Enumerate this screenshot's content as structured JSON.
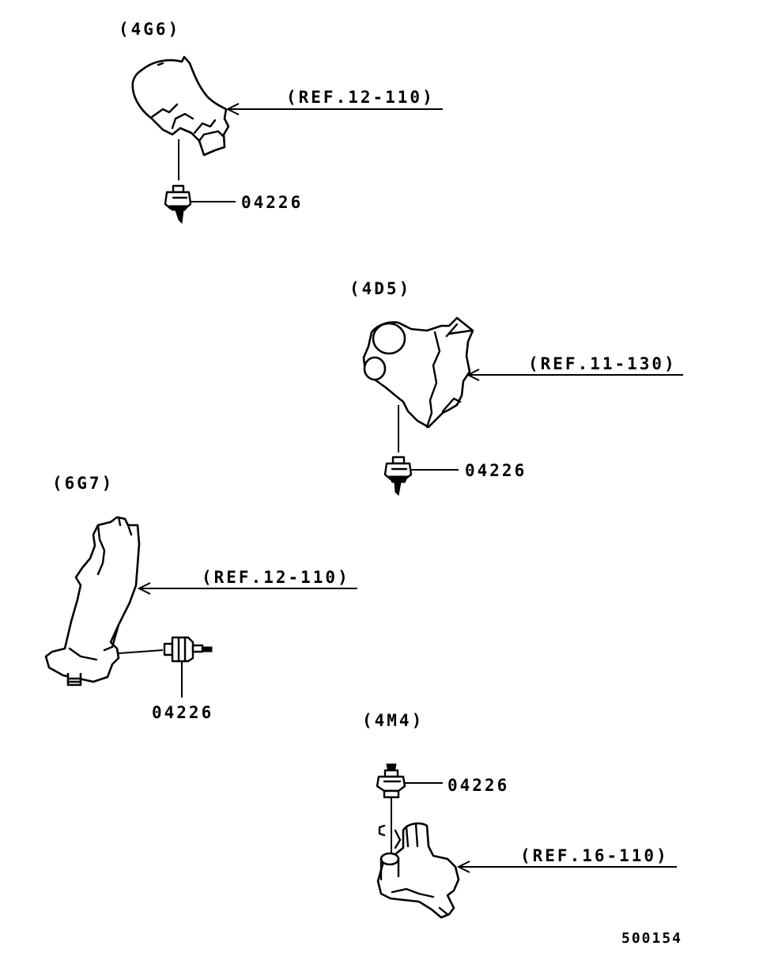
{
  "groups": [
    {
      "id": "4g6",
      "engine_label": "(4G6)",
      "reference": "(REF.12-110)",
      "part_number": "04226"
    },
    {
      "id": "4d5",
      "engine_label": "(4D5)",
      "reference": "(REF.11-130)",
      "part_number": "04226"
    },
    {
      "id": "6g7",
      "engine_label": "(6G7)",
      "reference": "(REF.12-110)",
      "part_number": "04226"
    },
    {
      "id": "4m4",
      "engine_label": "(4M4)",
      "reference": "(REF.16-110)",
      "part_number": "04226"
    }
  ],
  "figure_code": "500154"
}
